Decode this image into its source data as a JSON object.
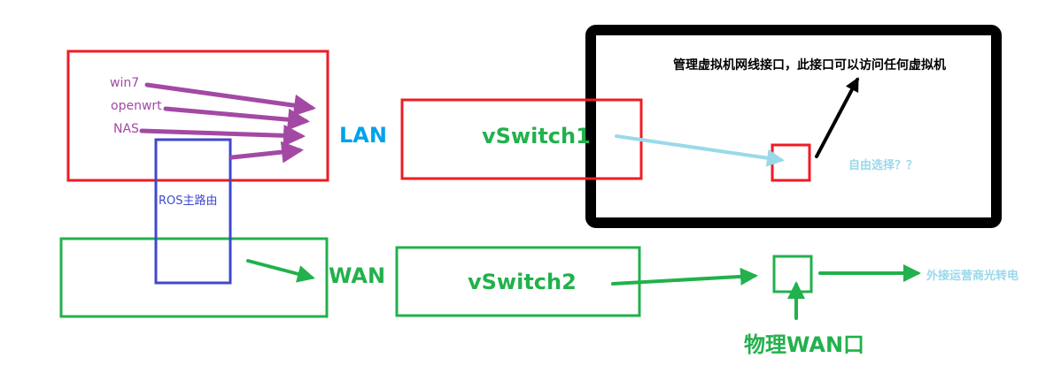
{
  "diagram": {
    "vm_labels": [
      "win7",
      "openwrt",
      "NAS"
    ],
    "router_label": "ROS主路由",
    "lan_label": "LAN",
    "wan_label": "WAN",
    "vswitch1_label": "vSwitch1",
    "vswitch2_label": "vSwitch2",
    "mgmt_note": "管理虚拟机网线接口，此接口可以访问任何虚拟机",
    "free_choice_label": "自由选择？？",
    "physical_wan_label": "物理WAN口",
    "isp_label": "外接运营商光转电"
  },
  "colors": {
    "red": "#ee1c24",
    "purple": "#a349a4",
    "blue": "#3f48cc",
    "green": "#22b14c",
    "lan_blue": "#00a2e8",
    "light_blue": "#99d9ea",
    "black": "#000000"
  }
}
